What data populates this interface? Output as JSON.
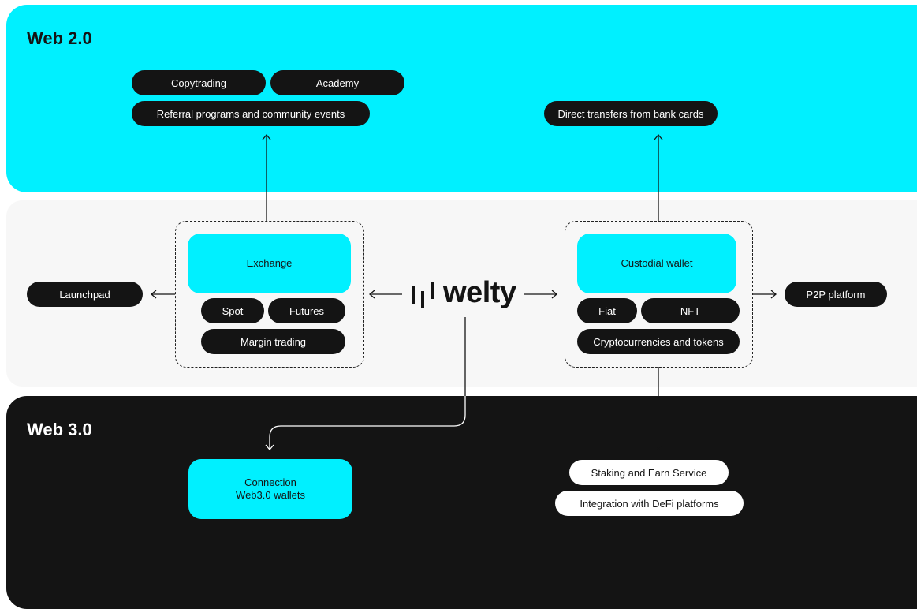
{
  "sections": {
    "web2_title": "Web 2.0",
    "web3_title": "Web 3.0"
  },
  "web2": {
    "copytrading": "Copytrading",
    "academy": "Academy",
    "referral": "Referral programs and community events",
    "direct_transfers": "Direct transfers from bank cards"
  },
  "core": {
    "brand": "welty",
    "launchpad": "Launchpad",
    "exchange": "Exchange",
    "spot": "Spot",
    "futures": "Futures",
    "margin": "Margin trading",
    "custodial_wallet": "Custodial wallet",
    "fiat": "Fiat",
    "nft": "NFT",
    "crypto": "Cryptocurrencies and tokens",
    "p2p": "P2P platform"
  },
  "web3": {
    "connection_line1": "Connection",
    "connection_line2": "Web3.0 wallets",
    "staking": "Staking and Earn Service",
    "defi": "Integration with DeFi platforms"
  },
  "colors": {
    "cyan": "#00f0ff",
    "dark": "#141414",
    "light_gray": "#f7f7f7"
  }
}
